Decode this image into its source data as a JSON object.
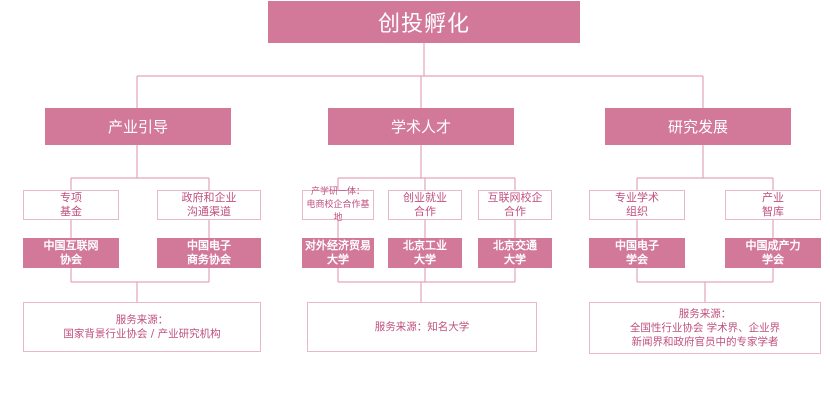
{
  "diagram": {
    "title": "创投孵化",
    "colors": {
      "fill": "#d27898",
      "border": "#e7b9ca",
      "line": "#e3a3bb",
      "text": "#c0507e"
    },
    "categories": [
      {
        "label": "产业引导",
        "items": [
          {
            "sub": "专项\n基金",
            "org": "中国互联网\n协会"
          },
          {
            "sub": "政府和企业\n沟通渠道",
            "org": "中国电子\n商务协会"
          }
        ],
        "source": "服务来源：\n国家背景行业协会 / 产业研究机构"
      },
      {
        "label": "学术人才",
        "items": [
          {
            "sub": "产学研一体：\n电商校企合作基地",
            "org": "对外经济贸易\n大学"
          },
          {
            "sub": "创业就业\n合作",
            "org": "北京工业\n大学"
          },
          {
            "sub": "互联网校企\n合作",
            "org": "北京交通\n大学"
          }
        ],
        "source": "服务来源：知名大学"
      },
      {
        "label": "研究发展",
        "items": [
          {
            "sub": "专业学术\n组织",
            "org": "中国电子\n学会"
          },
          {
            "sub": "产业\n智库",
            "org": "中国成产力\n学会"
          }
        ],
        "source": "服务来源：\n全国性行业协会 学术界、企业界\n新闻界和政府官员中的专家学者"
      }
    ]
  }
}
